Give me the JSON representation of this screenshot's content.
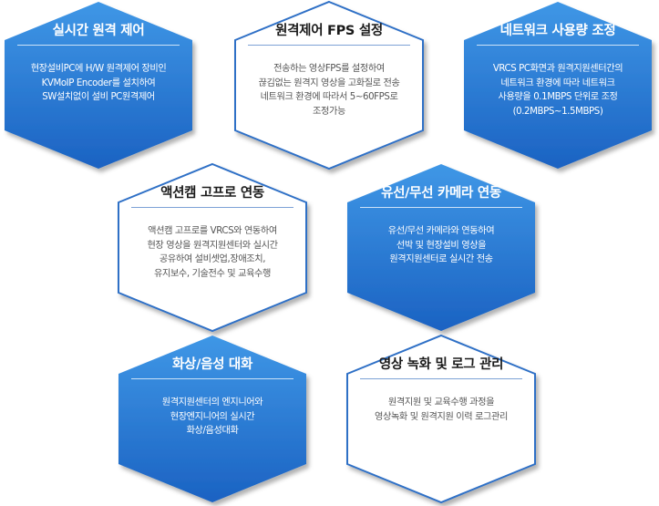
{
  "colors": {
    "blue_top": "#3f97e6",
    "blue_bottom": "#1b62c2",
    "white_border": "#2f6fc6",
    "rule_blue": "#7da2d6"
  },
  "badges": [
    {
      "title": "실시간 원격 제어",
      "lines": [
        "현장설비PC에 H/W 원격제어 장비인",
        "KVMoIP Encoder를 설치하여",
        "SW설치없이 설비 PC원격제어"
      ]
    },
    {
      "title": "원격제어 FPS 설정",
      "lines": [
        "전송하는 영상FPS를 설정하여",
        "끊김없는 원격지 영상을 고화질로 전송",
        "네트워크 환경에 따라서 5~60FPS로",
        "조정가능"
      ]
    },
    {
      "title": "네트워크 사용량 조정",
      "lines": [
        "VRCS PC화면과 원격지원센터간의",
        "네트워크 환경에 따라 네트워크",
        "사용량을 0.1MBPS 단위로 조정",
        "(0.2MBPS~1.5MBPS)"
      ]
    },
    {
      "title": "액션캠 고프로 연동",
      "lines": [
        "액션캠 고프로를 VRCS와 연동하여",
        "현장 영상을 원격지원센터와 실시간",
        "공유하여 설비셋업,장애조치,",
        "유지보수, 기술전수 및 교육수행"
      ]
    },
    {
      "title": "유선/무선 카메라 연동",
      "lines": [
        "유선/무선 카메라와 연동하여",
        "선박 및 현장설비 영상을",
        "원격지원센터로 실시간 전송"
      ]
    },
    {
      "title": "화상/음성 대화",
      "lines": [
        "원격지원센터의 엔지니어와",
        "현장엔지니어의 실시간",
        "화상/음성대화"
      ]
    },
    {
      "title": "영상 녹화 및 로그 관리",
      "lines": [
        "원격지원 및 교육수행 과정을",
        "영상녹화 및 원격지원 이력 로그관리"
      ]
    }
  ]
}
